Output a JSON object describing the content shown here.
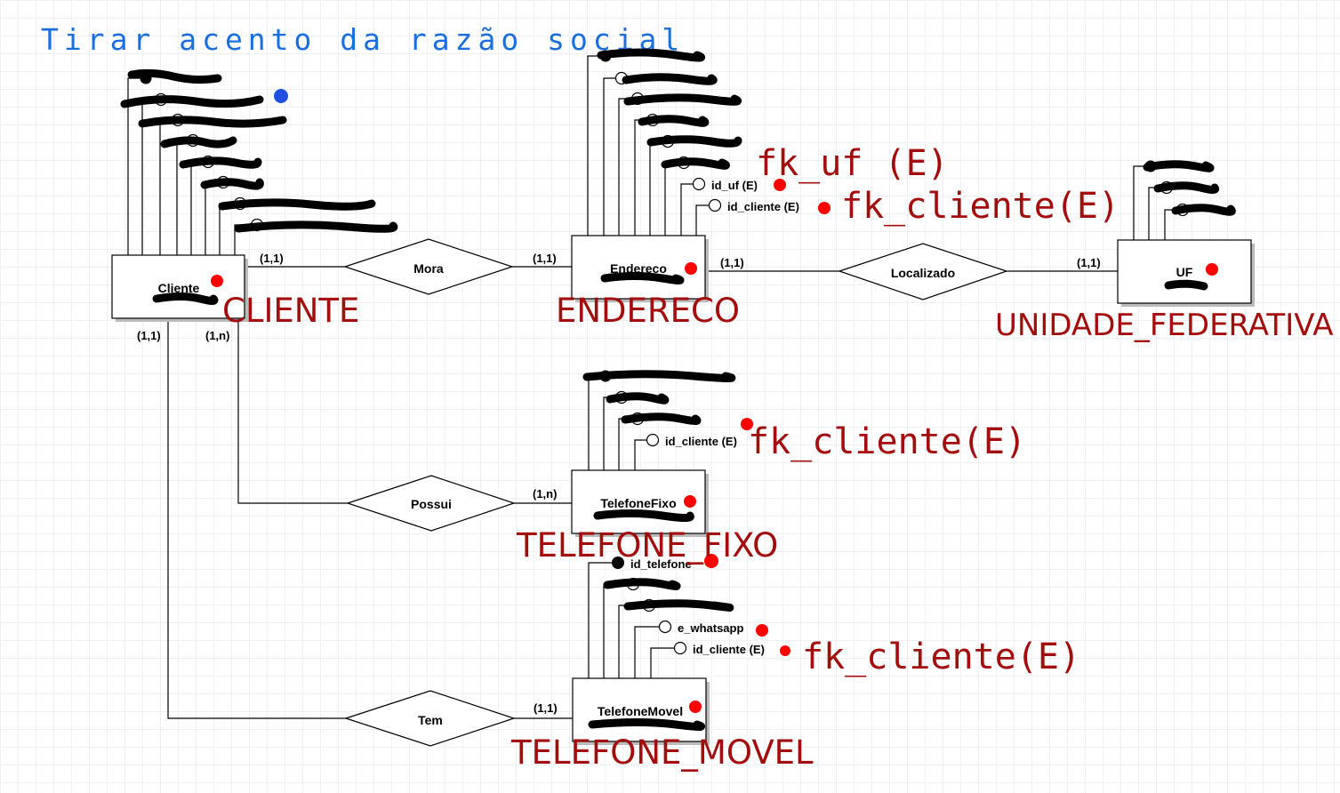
{
  "note": "Tirar acento da razão social",
  "entities": {
    "cliente": {
      "name": "Cliente",
      "label": "CLIENTE"
    },
    "endereco": {
      "name": "Endereco",
      "label": "ENDERECO"
    },
    "uf": {
      "name": "UF",
      "label": "UNIDADE_FEDERATIVA"
    },
    "telefone_fixo": {
      "name": "TelefoneFixo",
      "label": "TELEFONE_FIXO"
    },
    "telefone_movel": {
      "name": "TelefoneMovel",
      "label": "TELEFONE_MOVEL"
    }
  },
  "attributes": {
    "endereco_id_uf": "id_uf (E)",
    "endereco_id_cliente": "id_cliente (E)",
    "fixo_id_cliente": "id_cliente (E)",
    "movel_id_telefone": "id_telefone",
    "movel_e_whatsapp": "e_whatsapp",
    "movel_id_cliente": "id_cliente (E)"
  },
  "relationships": {
    "mora": "Mora",
    "localizado": "Localizado",
    "possui": "Possui",
    "tem": "Tem"
  },
  "cardinalities": {
    "cliente_mora": "(1,1)",
    "endereco_mora": "(1,1)",
    "endereco_localizado": "(1,1)",
    "uf_localizado": "(1,1)",
    "cliente_tem": "(1,1)",
    "cliente_possui": "(1,n)",
    "fixo_possui": "(1,n)",
    "movel_tem": "(1,1)"
  },
  "annotations": {
    "fk_uf": "fk_uf (E)",
    "fk_cliente_endereco": "fk_cliente(E)",
    "fk_cliente_fixo": "fk_cliente(E)",
    "fk_cliente_movel": "fk_cliente(E)"
  },
  "colors": {
    "marker_red": "#ff0000",
    "marker_blue": "#1f4fe0",
    "annotation_red": "#a30d0d",
    "note_blue": "#1a6fe0"
  }
}
